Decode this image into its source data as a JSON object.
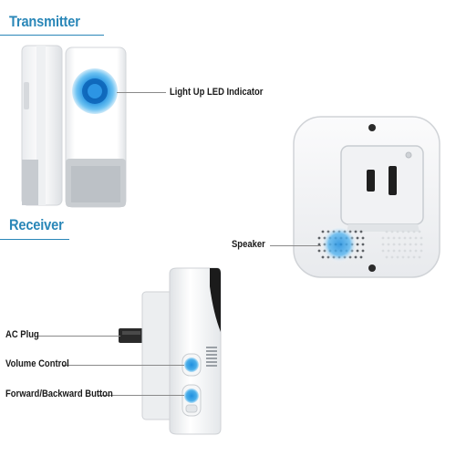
{
  "sections": {
    "transmitter": {
      "title": "Transmitter"
    },
    "receiver": {
      "title": "Receiver"
    }
  },
  "callouts": {
    "led_indicator": "Light Up LED Indicator",
    "speaker": "Speaker",
    "ac_plug": "AC Plug",
    "volume_control": "Volume Control",
    "forward_backward_button": "Forward/Backward Button"
  },
  "colors": {
    "accent": "#2a87b8",
    "led_blue": "#1f8fe0",
    "device_white": "#f4f5f6",
    "device_shadow": "#c9ccd0",
    "receiver_black": "#1b1b1b"
  }
}
